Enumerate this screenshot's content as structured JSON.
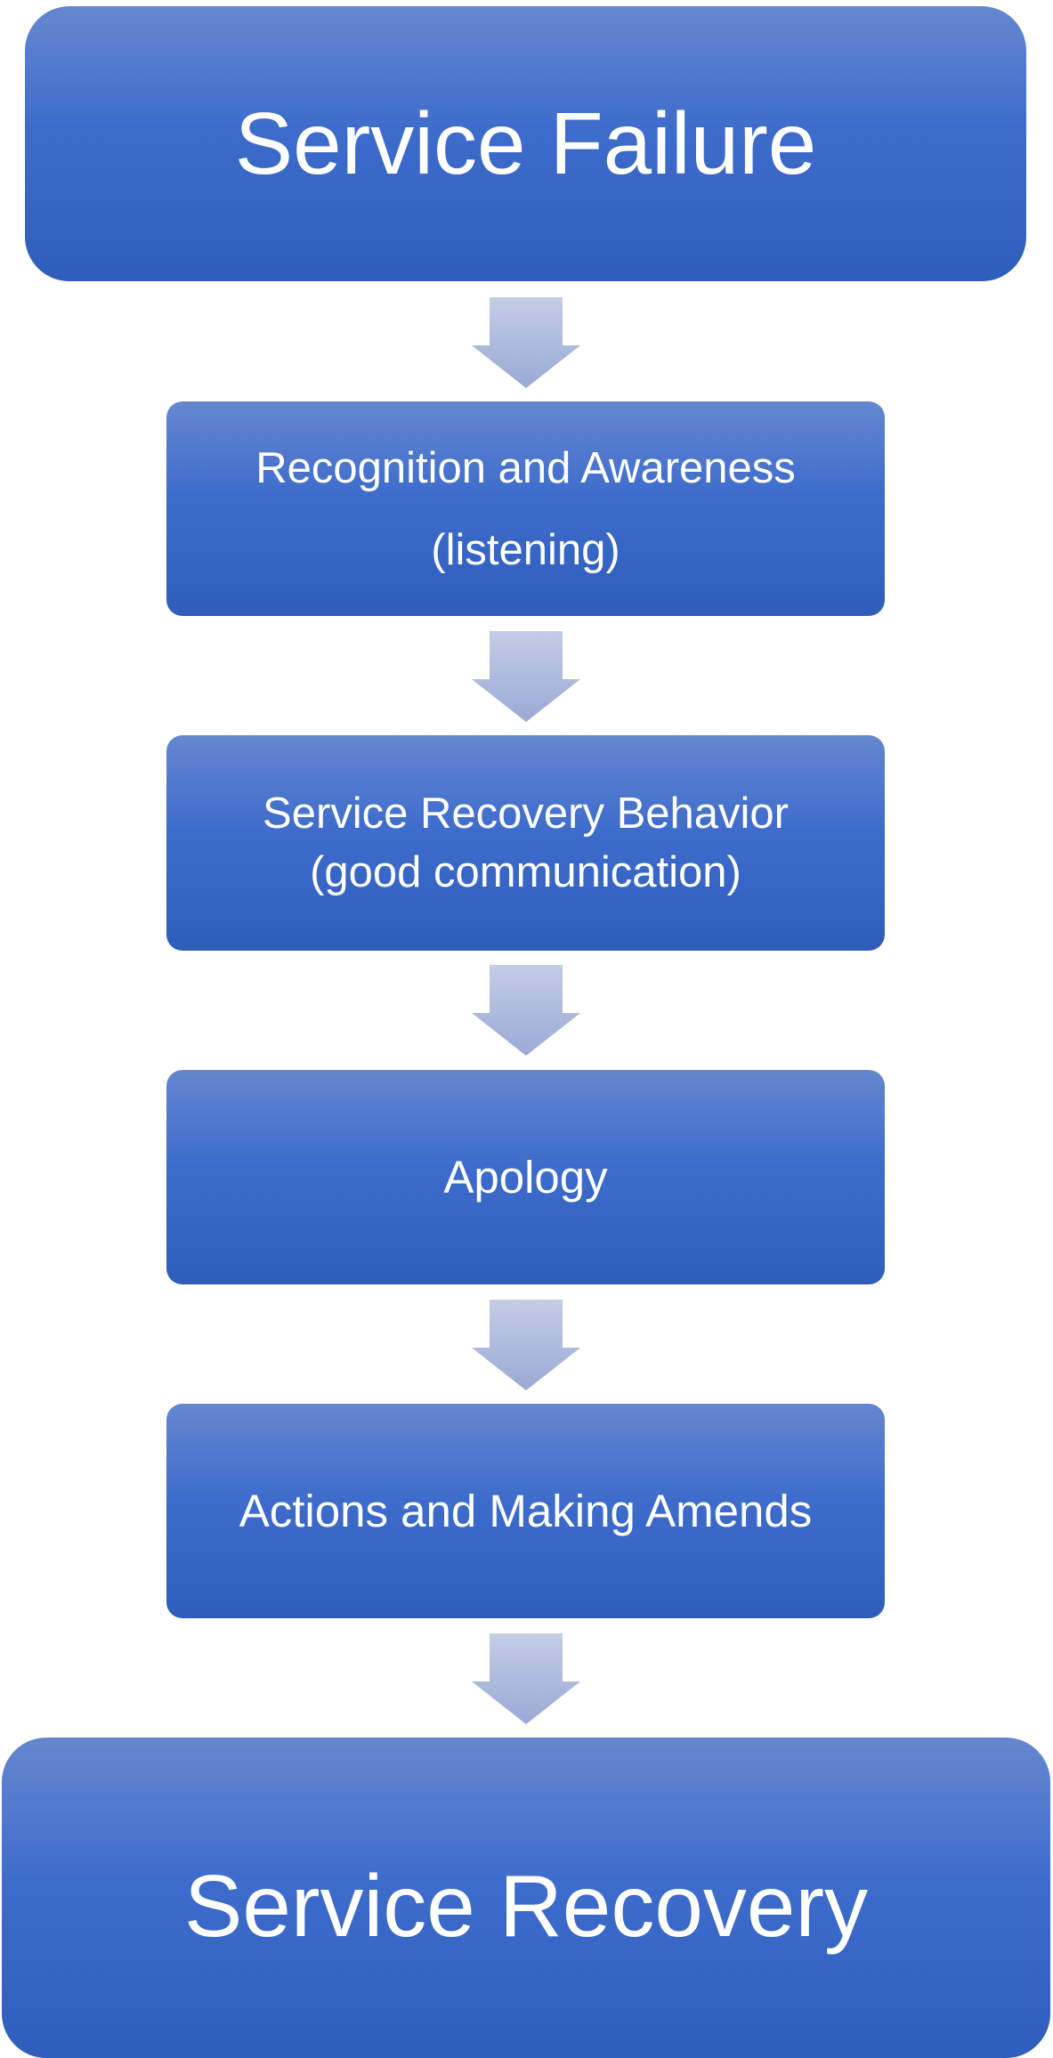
{
  "flowchart": {
    "start": {
      "text": "Service Failure"
    },
    "steps": [
      {
        "lines": [
          "Recognition and Awareness",
          "(listening)"
        ]
      },
      {
        "lines": [
          "Service Recovery Behavior",
          "(good communication)"
        ]
      },
      {
        "lines": [
          "Apology"
        ]
      },
      {
        "lines": [
          "Actions and Making Amends"
        ]
      }
    ],
    "end": {
      "text": "Service Recovery"
    }
  },
  "colors": {
    "box_top": "#6587cf",
    "box_mid": "#3d6ccc",
    "box_bottom": "#2f5dbb",
    "arrow_top": "#9aaad5",
    "arrow_bottom": "#c4cde6",
    "text": "#ffffff"
  }
}
